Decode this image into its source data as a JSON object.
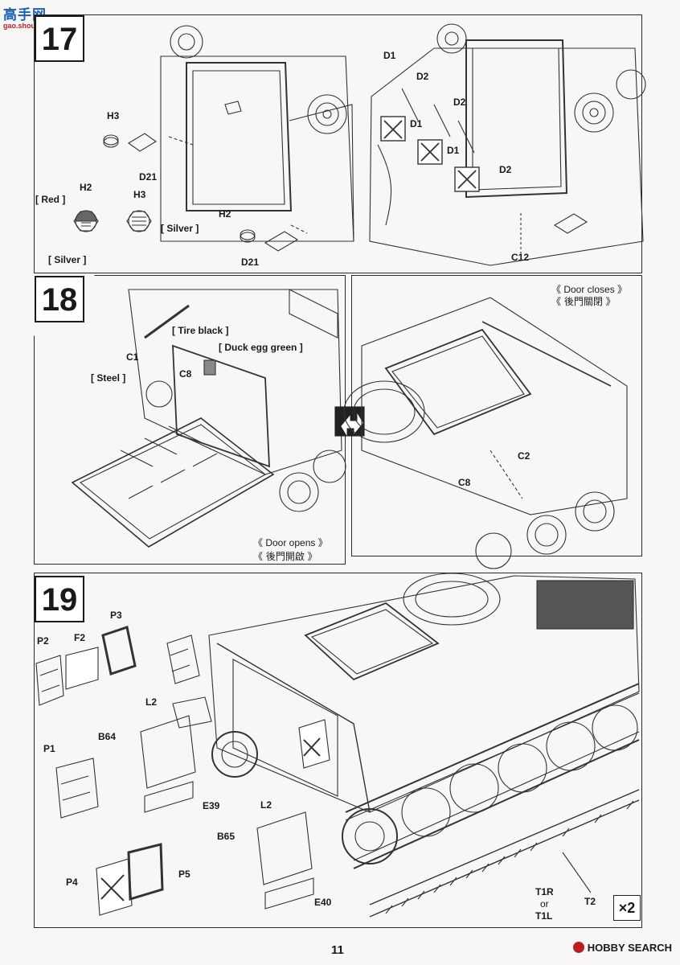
{
  "watermark": {
    "site_text": "高手网",
    "url": "gao.shou.com"
  },
  "page_number": "11",
  "footer_brand": "HOBBY SEARCH",
  "step17": {
    "number": "17",
    "labels": {
      "h3_top": "H3",
      "d21_top": "D21",
      "h2_detail": "H2",
      "h3_detail": "H3",
      "red": "[ Red ]",
      "silver_left": "[ Silver ]",
      "silver_right": "[ Silver ]",
      "h2_bottom": "H2",
      "d21_bottom": "D21",
      "d1_a": "D1",
      "d2_a": "D2",
      "d2_b": "D2",
      "d1_b": "D1",
      "d1_c": "D1",
      "d2_c": "D2",
      "c12": "C12"
    }
  },
  "step18": {
    "number": "18",
    "labels": {
      "tire_black": "[ Tire black ]",
      "duck_egg": "[ Duck egg green ]",
      "c1": "C1",
      "steel": "[ Steel ]",
      "c8_left": "C8",
      "c2": "C2",
      "c8_right": "C8"
    },
    "door_opens_en": "《 Door opens 》",
    "door_opens_cn": "《 後門開啟 》",
    "door_closes_en": "《 Door closes 》",
    "door_closes_cn": "《 後門關閉 》"
  },
  "step19": {
    "number": "19",
    "labels": {
      "p3": "P3",
      "p2": "P2",
      "f2": "F2",
      "l2_top": "L2",
      "b64": "B64",
      "p1": "P1",
      "e39": "E39",
      "l2_bottom": "L2",
      "b65": "B65",
      "p4": "P4",
      "p5": "P5",
      "e40": "E40",
      "t1r": "T1R",
      "or": "or",
      "t1l": "T1L",
      "t2": "T2"
    },
    "multiplier": "×2"
  }
}
